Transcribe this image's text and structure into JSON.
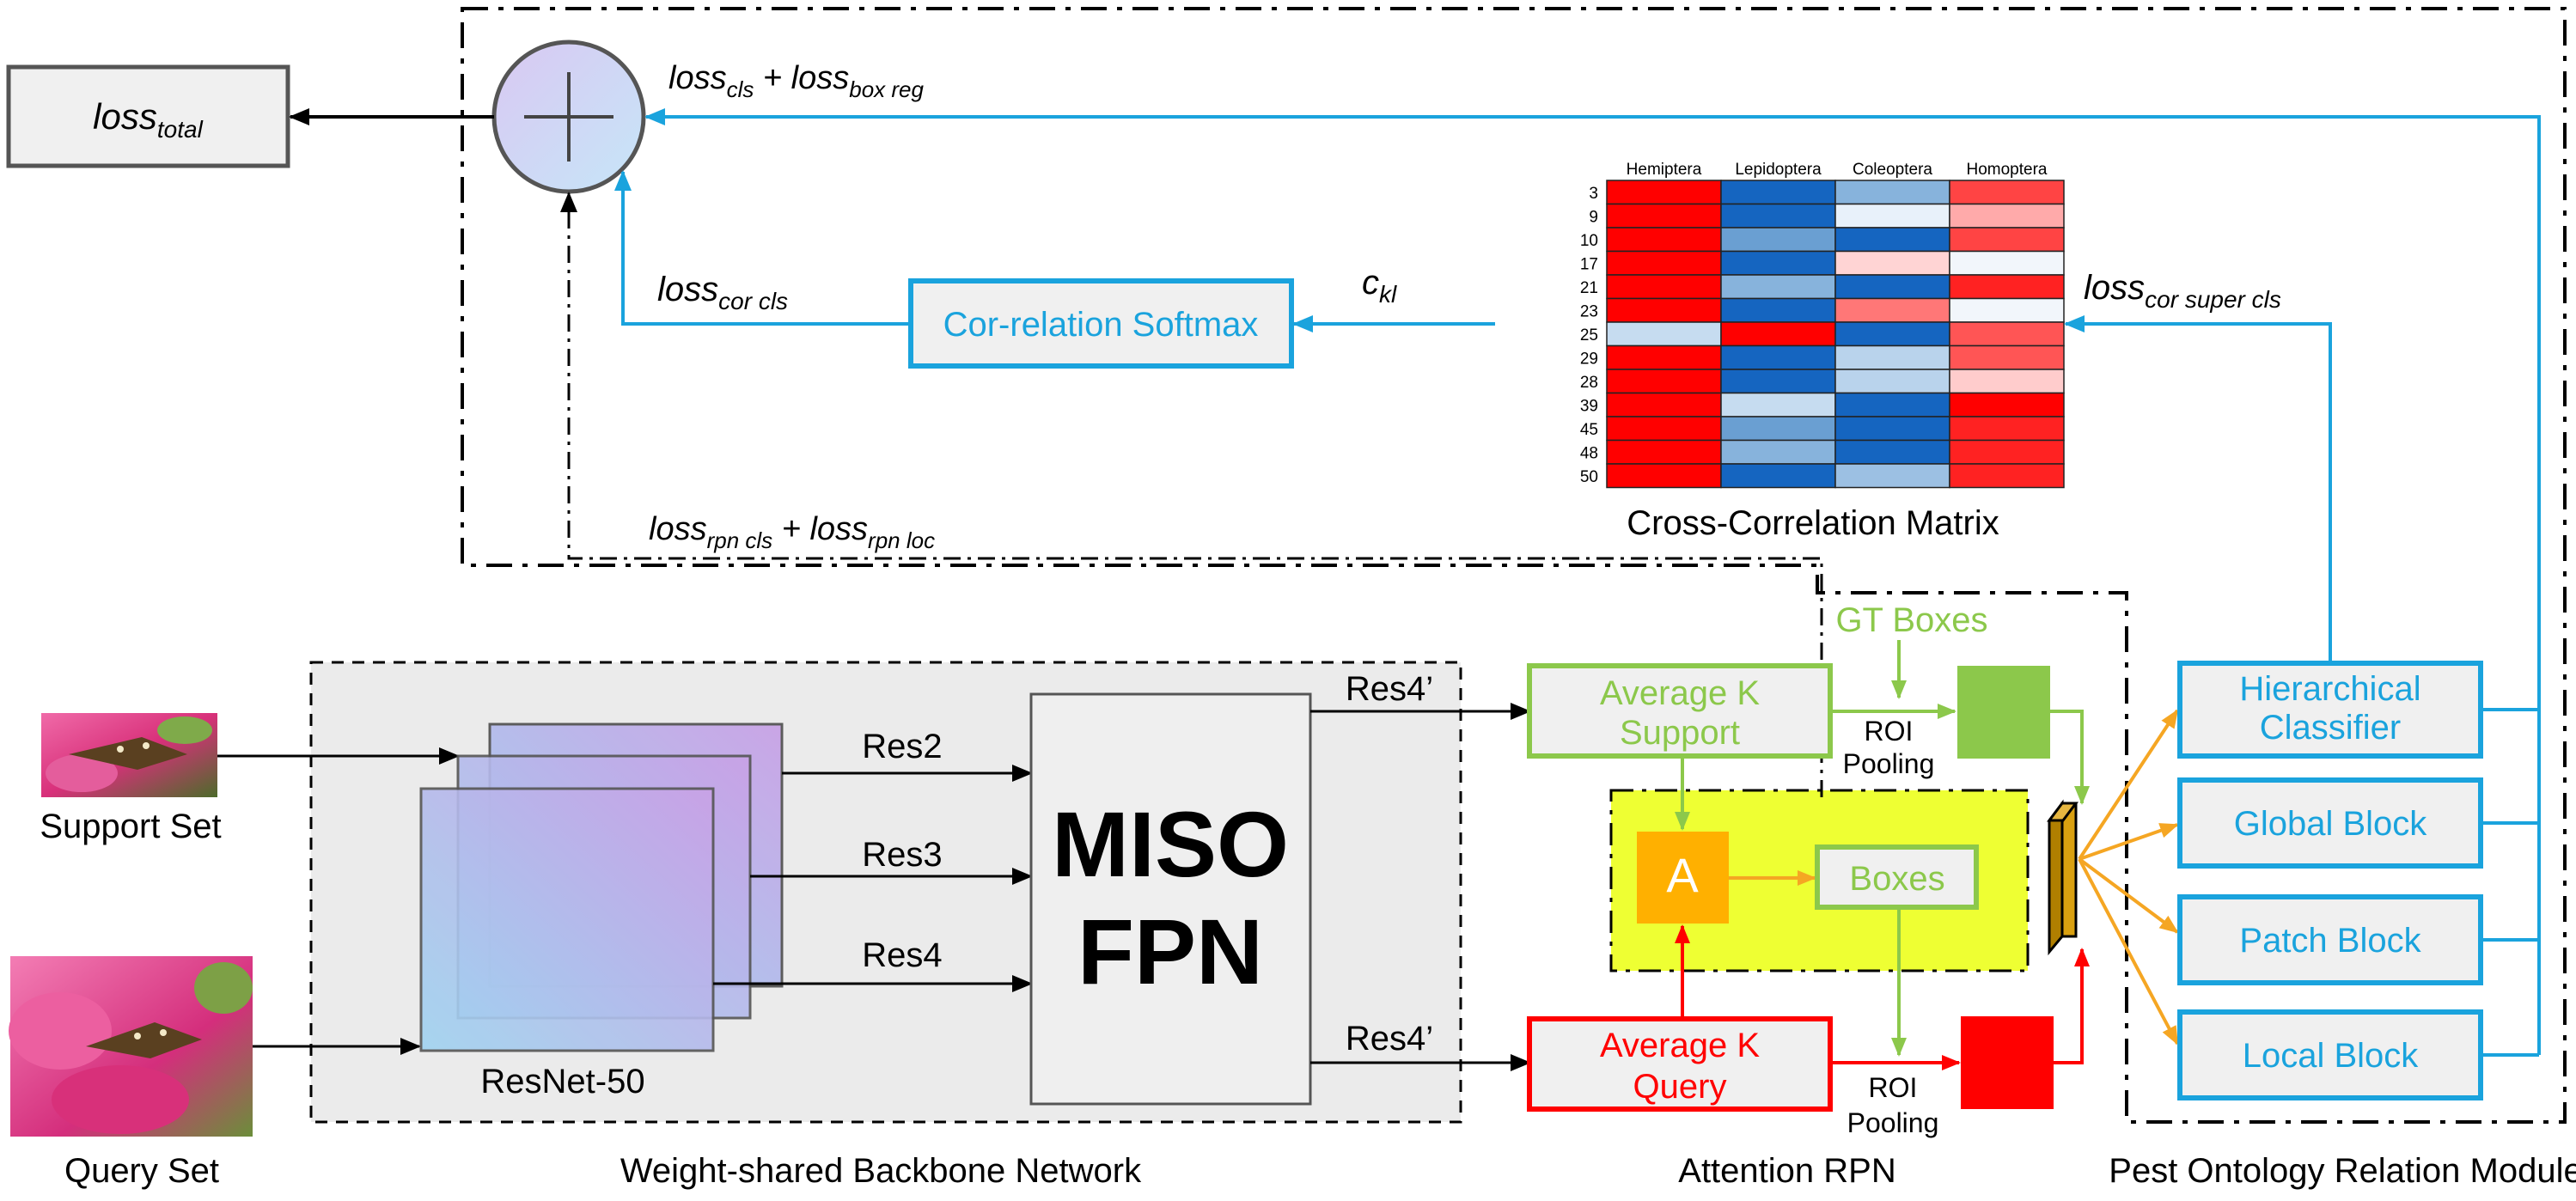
{
  "loss_total": {
    "base": "loss",
    "sub": "total"
  },
  "loss_main": {
    "a_base": "loss",
    "a_sub": "cls",
    "plus": " + ",
    "b_base": "loss",
    "b_sub": "box reg"
  },
  "loss_cor_cls": {
    "base": "loss",
    "sub": "cor cls"
  },
  "cor_softmax": "Cor-relation Softmax",
  "ckl": {
    "base": "c",
    "sub": "kl"
  },
  "loss_cor_super": {
    "base": "loss",
    "sub": "cor super cls"
  },
  "loss_rpn": {
    "a_base": "loss",
    "a_sub": "rpn cls",
    "plus": " + ",
    "b_base": "loss",
    "b_sub": "rpn loc"
  },
  "matrix": {
    "title": "Cross-Correlation Matrix",
    "columns": [
      "Hemiptera",
      "Lepidoptera",
      "Coleoptera",
      "Homoptera"
    ],
    "rows": [
      "3",
      "9",
      "10",
      "17",
      "21",
      "23",
      "25",
      "29",
      "28",
      "39",
      "45",
      "48",
      "50"
    ],
    "cells": [
      [
        "#FF0000",
        "#1565C0",
        "#87B3DC",
        "#FF4444"
      ],
      [
        "#FF0000",
        "#1565C0",
        "#E8F1FA",
        "#FFAAAA"
      ],
      [
        "#FF0000",
        "#6A9FD2",
        "#1565C0",
        "#FF4444"
      ],
      [
        "#FF0000",
        "#1565C0",
        "#FFD4D4",
        "#F2F6FB"
      ],
      [
        "#FF0000",
        "#87B3DC",
        "#1565C0",
        "#FF2222"
      ],
      [
        "#FF0000",
        "#1565C0",
        "#FF7777",
        "#F2F6FB"
      ],
      [
        "#C6DCF0",
        "#FF0000",
        "#1565C0",
        "#FF5555"
      ],
      [
        "#FF0000",
        "#1565C0",
        "#B9D3EC",
        "#FF5555"
      ],
      [
        "#FF0000",
        "#1565C0",
        "#B9D3EC",
        "#FFCCCC"
      ],
      [
        "#FF0000",
        "#C6DCF0",
        "#1565C0",
        "#FF0000"
      ],
      [
        "#FF0000",
        "#6A9FD2",
        "#1565C0",
        "#FF2222"
      ],
      [
        "#FF0000",
        "#87B3DC",
        "#1565C0",
        "#FF2222"
      ],
      [
        "#FF0000",
        "#1565C0",
        "#9CC0E3",
        "#FF2222"
      ]
    ]
  },
  "support_set_label": "Support Set",
  "query_set_label": "Query Set",
  "resnet_label": "ResNet-50",
  "res_labels": [
    "Res2",
    "Res3",
    "Res4"
  ],
  "miso_fpn": [
    "MISO",
    "FPN"
  ],
  "res4p_top": "Res4’",
  "res4p_bottom": "Res4’",
  "backbone_label": "Weight-shared Backbone Network",
  "avg_support": [
    "Average K",
    "Support"
  ],
  "avg_query": [
    "Average K",
    "Query"
  ],
  "gt_boxes": "GT Boxes",
  "roi_pooling_top": [
    "ROI",
    "Pooling"
  ],
  "roi_pooling_bottom": [
    "ROI",
    "Pooling"
  ],
  "attention_a": "A",
  "boxes_label": "Boxes",
  "attention_rpn_label": "Attention RPN",
  "classifiers": [
    "Hierarchical",
    "Classifier"
  ],
  "global_block": "Global Block",
  "patch_block": "Patch Block",
  "local_block": "Local Block",
  "pest_module_label": "Pest Ontology Relation Module",
  "colors": {
    "cyan": "#1AA3DD",
    "green": "#8CC84B",
    "red": "#FF0000",
    "orange": "#F5A623",
    "yellow": "#EEFF33",
    "dark": "#000000",
    "gray_fill": "#F0F0F0"
  }
}
